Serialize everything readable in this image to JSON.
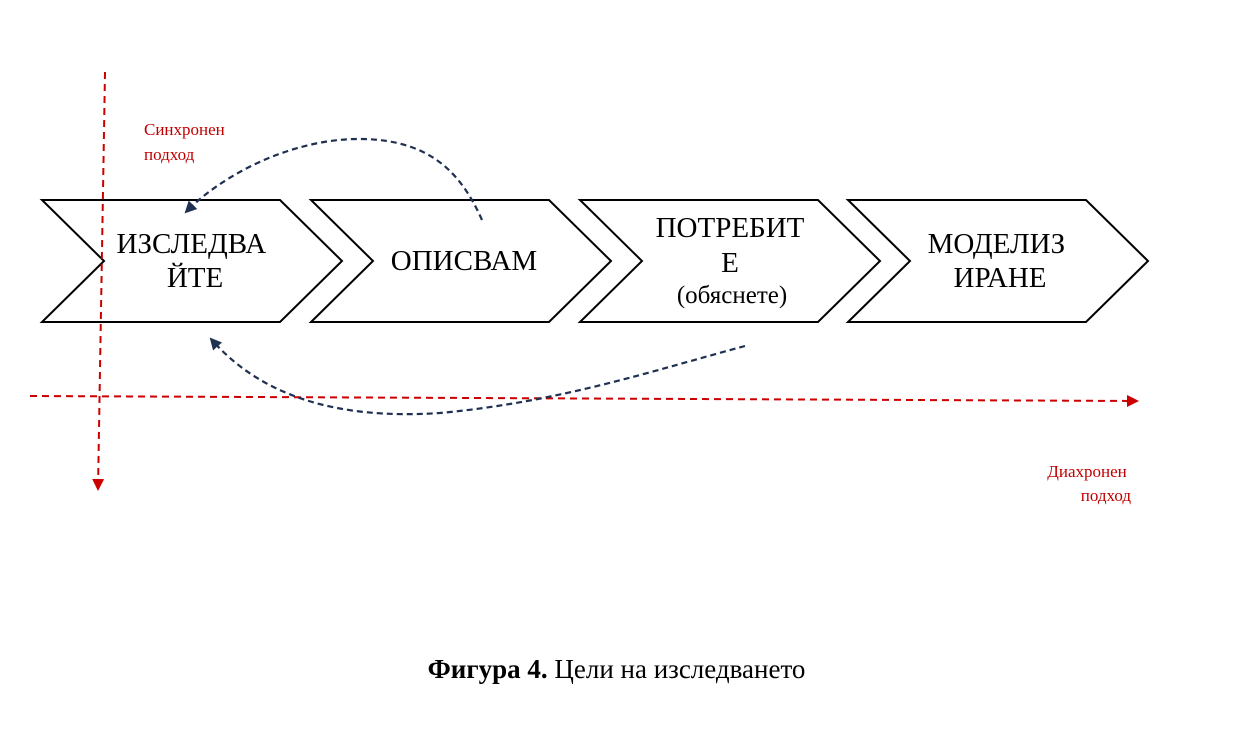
{
  "diagram": {
    "steps": [
      {
        "lines": [
          "ИЗСЛЕДВА",
          "ЙТЕ"
        ]
      },
      {
        "lines": [
          "ОПИСВАМ"
        ]
      },
      {
        "lines": [
          "ПОТРЕБИТ",
          "Е",
          "(обяснете)"
        ]
      },
      {
        "lines": [
          "МОДЕЛИЗ",
          "ИРАНЕ"
        ]
      }
    ],
    "synchronic_label": [
      "Синхронен",
      "подход"
    ],
    "diachronic_label": [
      "Диахронен",
      "подход"
    ],
    "colors": {
      "axis": "#cc0000",
      "axis_label": "#c00000",
      "feedback_arrow": "#1f3050",
      "chevron_stroke": "#000000"
    }
  },
  "caption": {
    "bold": "Фигура 4.",
    "text": " Цели на изследването"
  }
}
